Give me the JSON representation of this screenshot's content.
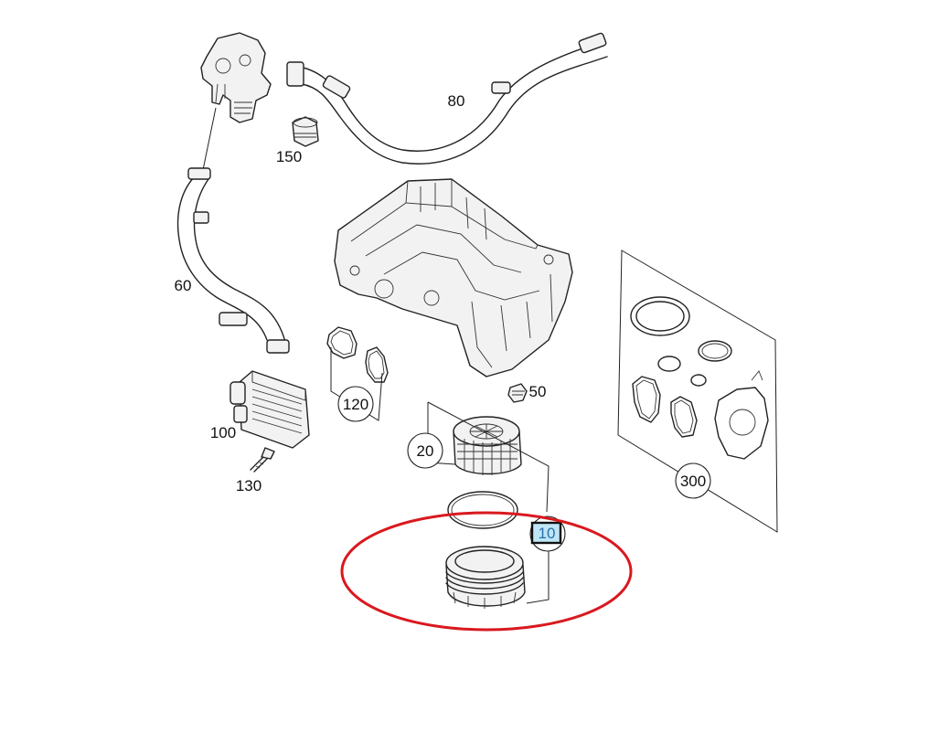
{
  "diagram": {
    "part_labels": {
      "p10": "10",
      "p20": "20",
      "p50": "50",
      "p60": "60",
      "p80": "80",
      "p100": "100",
      "p120": "120",
      "p130": "130",
      "p150": "150",
      "p300": "300"
    },
    "highlighted_part": "10",
    "highlight_color": "#bfe6f7",
    "ellipse_color": "#d9191f"
  }
}
